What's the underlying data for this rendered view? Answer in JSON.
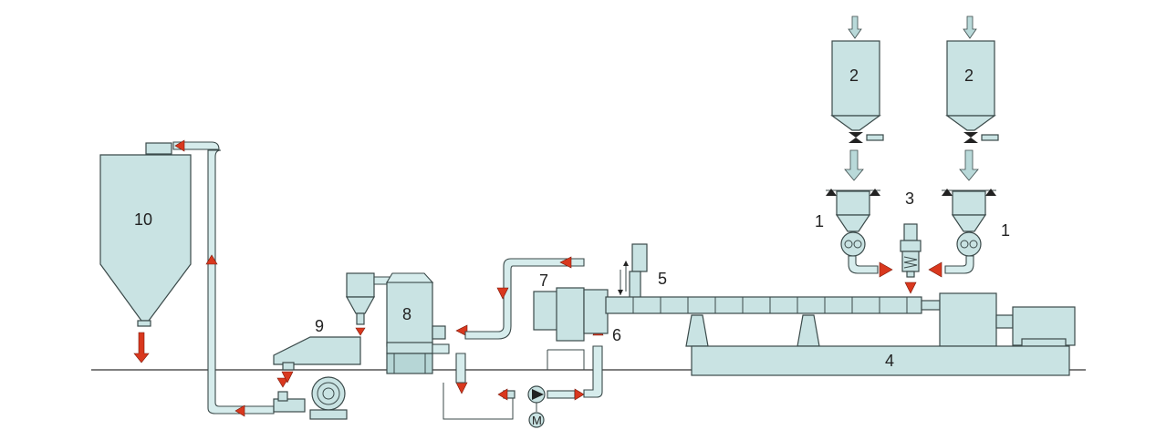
{
  "labels": {
    "l1_left": "1",
    "l1_right": "1",
    "l2_left": "2",
    "l2_right": "2",
    "l3": "3",
    "l4": "4",
    "l5": "5",
    "l6": "6",
    "l7": "7",
    "l8": "8",
    "l9": "9",
    "l10": "10",
    "motor": "M"
  },
  "colors": {
    "equipment": "#c9e3e3",
    "outline": "#3b4a4a",
    "flow_arrow": "#d9381e"
  }
}
